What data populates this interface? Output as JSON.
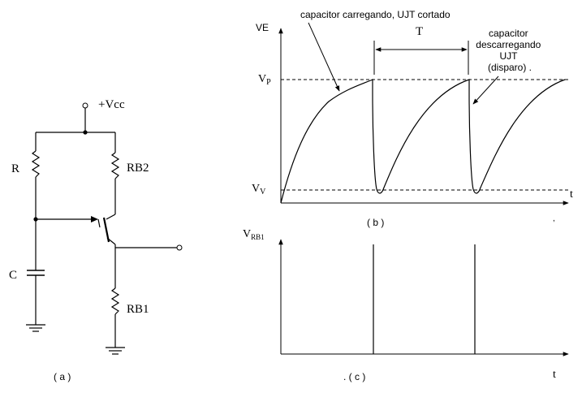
{
  "circuit": {
    "vcc": "+Vcc",
    "r": "R",
    "rb2": "RB2",
    "c": "C",
    "rb1": "RB1",
    "caption": "( a )"
  },
  "graph_b": {
    "y_label": "VE",
    "vp": {
      "base": "V",
      "sub": "P"
    },
    "vv": {
      "base": "V",
      "sub": "V"
    },
    "t_axis": "t",
    "period": "T",
    "ann_charging": "capacitor carregando, UJT cortado",
    "ann_discharging": [
      "capacitor",
      "descarregando",
      "UJT",
      "(disparo) ."
    ],
    "caption": "( b )"
  },
  "graph_c": {
    "y_label": {
      "base": "V",
      "sub": "RB1"
    },
    "t_axis": "t",
    "caption": ". ( c )"
  }
}
